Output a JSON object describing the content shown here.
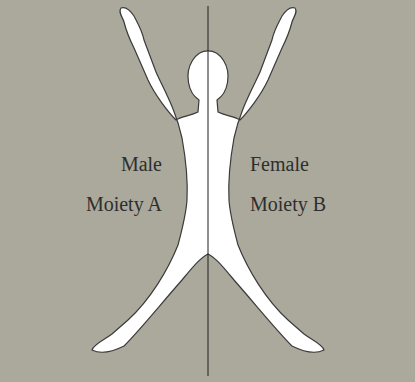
{
  "diagram": {
    "labels": [
      "Male",
      "Moiety A",
      "Female",
      "Moiety B"
    ]
  }
}
